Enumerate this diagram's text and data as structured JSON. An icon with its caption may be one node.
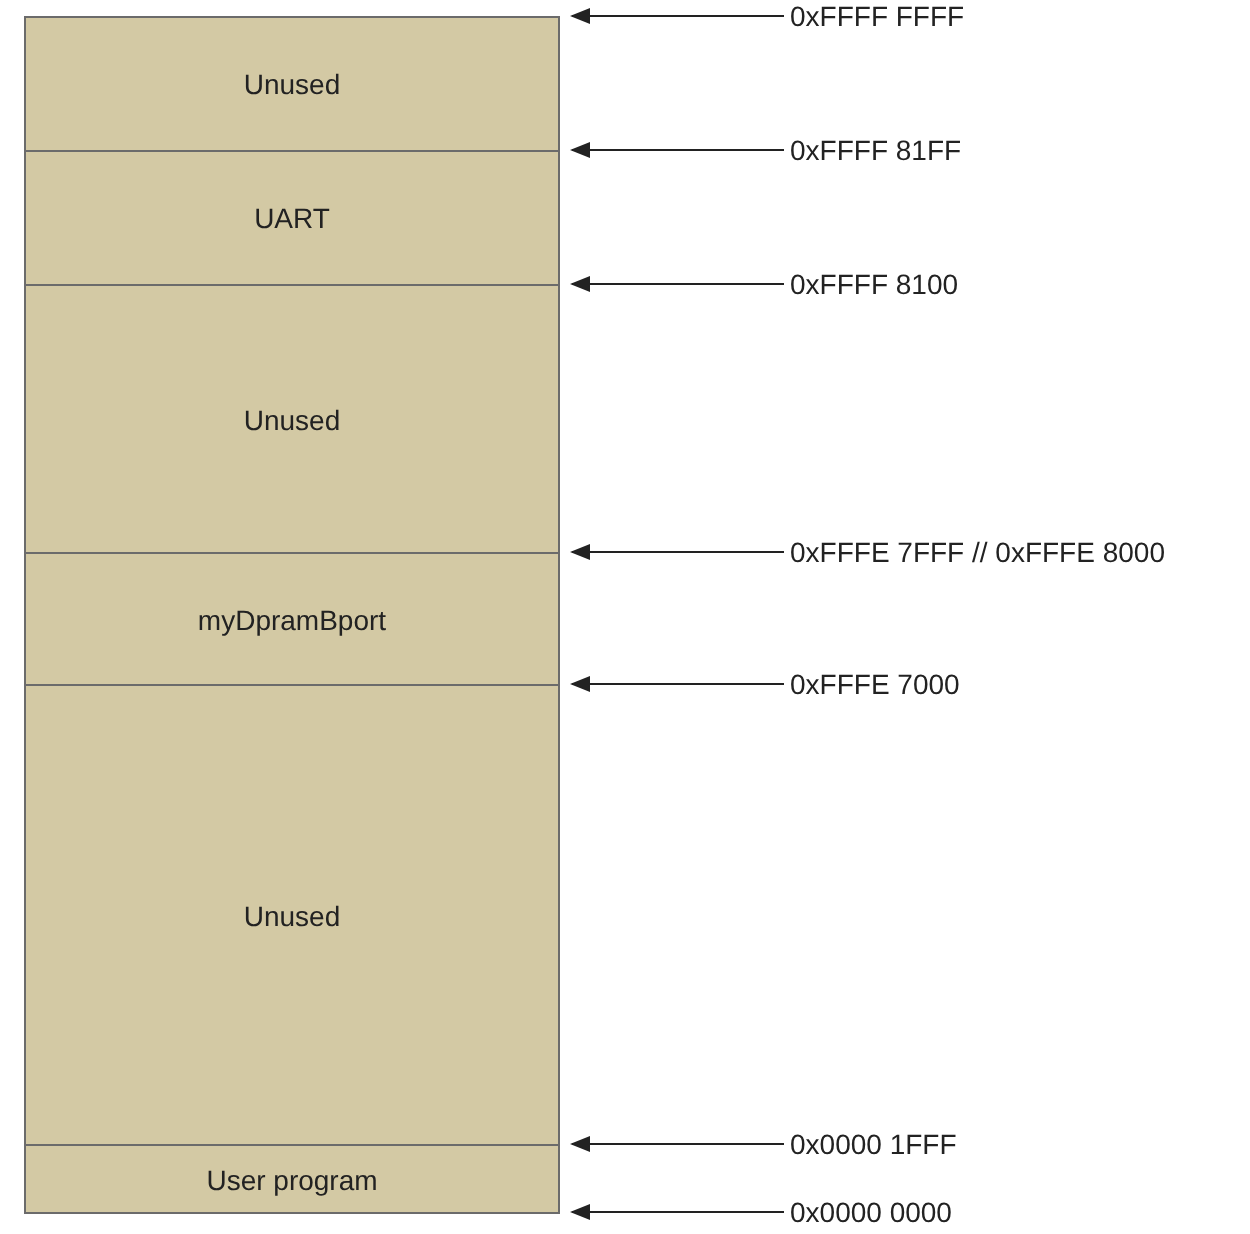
{
  "diagram": {
    "nodes": [
      {
        "text": [
          "Unused"
        ]
      },
      {
        "text": [
          "UART"
        ]
      },
      {
        "text": [
          "Unused"
        ]
      },
      {
        "text": [
          "myDpramBport"
        ]
      },
      {
        "text": [
          "Unused"
        ]
      },
      {
        "text": [
          "User program"
        ]
      },
      {
        "text": [
          "0xFFFF FFFF"
        ]
      },
      {
        "text": [
          "0xFFFF 81FF"
        ]
      },
      {
        "text": [
          "0xFFFF 8100"
        ]
      },
      {
        "text": [
          "0xFFFE 7FFF // 0xFFFE 8000"
        ]
      },
      {
        "text": [
          "0xFFFE 7000"
        ]
      },
      {
        "text": [
          "0x0000 1FFF"
        ]
      },
      {
        "text": [
          "0x0000 0000"
        ]
      }
    ],
    "edges": [
      {
        "from": 6,
        "to": 0,
        "arrow": "to"
      },
      {
        "from": 7,
        "to": 0,
        "arrow": "to"
      },
      {
        "from": 8,
        "to": 1,
        "arrow": "to"
      },
      {
        "from": 9,
        "to": 3,
        "arrow": "to"
      },
      {
        "from": 10,
        "to": 3,
        "arrow": "to"
      },
      {
        "from": 11,
        "to": 5,
        "arrow": "to"
      },
      {
        "from": 12,
        "to": 5,
        "arrow": "to"
      }
    ]
  }
}
